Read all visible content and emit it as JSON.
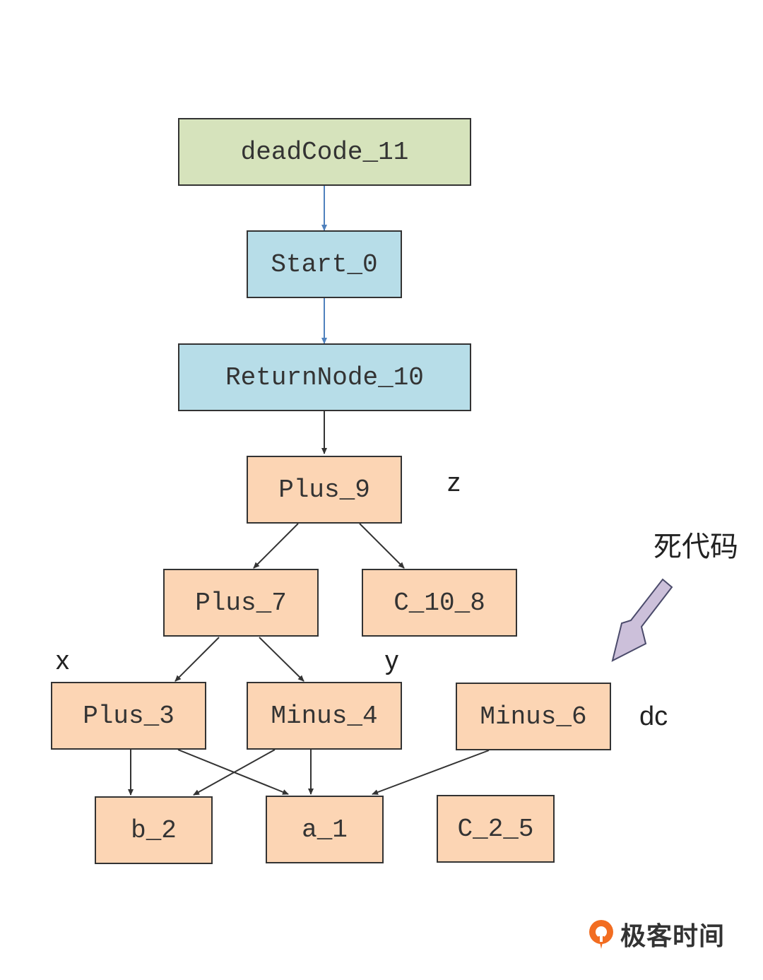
{
  "colors": {
    "green_fill": "#d6e3bc",
    "blue_fill": "#b7dde8",
    "orange_fill": "#fcd5b4",
    "blue_arrow": "#4f81bd",
    "black_arrow": "#333333",
    "callout_arrow_fill": "#ccc0da",
    "callout_arrow_stroke": "#4b4b6b",
    "logo_orange": "#f26d21"
  },
  "nodes": {
    "deadCode_11": {
      "label": "deadCode_11",
      "color": "green"
    },
    "Start_0": {
      "label": "Start_0",
      "color": "blue"
    },
    "ReturnNode_10": {
      "label": "ReturnNode_10",
      "color": "blue"
    },
    "Plus_9": {
      "label": "Plus_9",
      "color": "orange"
    },
    "Plus_7": {
      "label": "Plus_7",
      "color": "orange"
    },
    "C_10_8": {
      "label": "C_10_8",
      "color": "orange"
    },
    "Plus_3": {
      "label": "Plus_3",
      "color": "orange"
    },
    "Minus_4": {
      "label": "Minus_4",
      "color": "orange"
    },
    "Minus_6": {
      "label": "Minus_6",
      "color": "orange"
    },
    "b_2": {
      "label": "b_2",
      "color": "orange"
    },
    "a_1": {
      "label": "a_1",
      "color": "orange"
    },
    "C_2_5": {
      "label": "C_2_5",
      "color": "orange"
    }
  },
  "edges": [
    {
      "from": "deadCode_11",
      "to": "Start_0",
      "color": "blue"
    },
    {
      "from": "Start_0",
      "to": "ReturnNode_10",
      "color": "blue"
    },
    {
      "from": "ReturnNode_10",
      "to": "Plus_9",
      "color": "black"
    },
    {
      "from": "Plus_9",
      "to": "Plus_7",
      "color": "black"
    },
    {
      "from": "Plus_9",
      "to": "C_10_8",
      "color": "black"
    },
    {
      "from": "Plus_7",
      "to": "Plus_3",
      "color": "black"
    },
    {
      "from": "Plus_7",
      "to": "Minus_4",
      "color": "black"
    },
    {
      "from": "Plus_3",
      "to": "b_2",
      "color": "black"
    },
    {
      "from": "Plus_3",
      "to": "a_1",
      "color": "black"
    },
    {
      "from": "Minus_4",
      "to": "b_2",
      "color": "black"
    },
    {
      "from": "Minus_4",
      "to": "a_1",
      "color": "black"
    },
    {
      "from": "Minus_6",
      "to": "a_1",
      "color": "black"
    }
  ],
  "variable_labels": {
    "z": "z",
    "x": "x",
    "y": "y",
    "dc": "dc"
  },
  "annotation": {
    "text": "死代码",
    "icon": "callout-arrow-icon"
  },
  "brand": {
    "name": "极客时间",
    "icon": "geektime-logo-icon"
  }
}
